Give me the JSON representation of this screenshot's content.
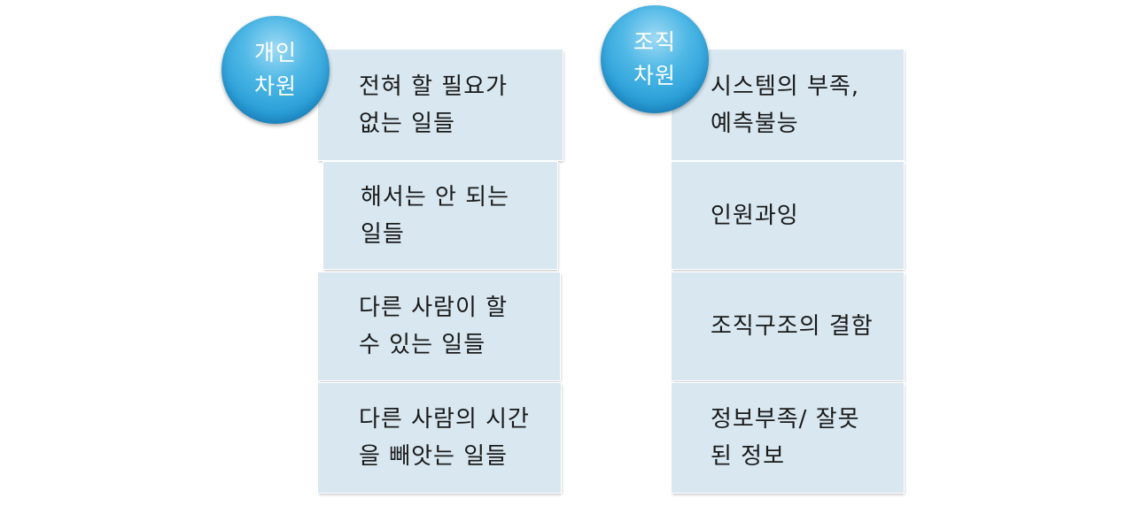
{
  "left_group": {
    "badge": "개인\n차원",
    "items": [
      "전혀 할 필요가\n없는 일들",
      "해서는 안 되는\n일들",
      "다른 사람이 할\n수 있는 일들",
      "다른 사람의 시간\n을 빼앗는 일들"
    ]
  },
  "right_group": {
    "badge": "조직\n차원",
    "items": [
      "시스템의 부족,\n예측불능",
      "인원과잉",
      "조직구조의 결함",
      "정보부족/ 잘못\n된 정보"
    ]
  }
}
